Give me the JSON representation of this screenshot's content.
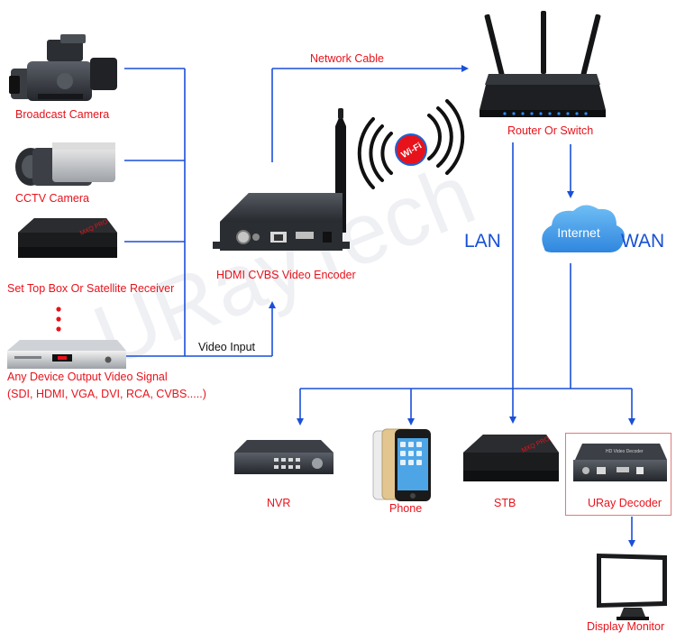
{
  "sources": {
    "broadcast_camera": "Broadcast Camera",
    "cctv_camera": "CCTV Camera",
    "set_top_box": "Set Top Box Or Satellite Receiver",
    "any_device": "Any Device Output Video Signal",
    "signal_types": "(SDI, HDMI, VGA, DVI, RCA, CVBS.....)"
  },
  "encoder": {
    "label": "HDMI CVBS Video Encoder"
  },
  "links": {
    "video_input": "Video Input",
    "network_cable": "Network Cable",
    "lan": "LAN",
    "wan": "WAN",
    "internet": "Internet",
    "wifi": "Wi-Fi"
  },
  "router": {
    "label": "Router Or Switch"
  },
  "outputs": {
    "nvr": "NVR",
    "phone": "Phone",
    "stb": "STB",
    "decoder": "URay Decoder",
    "monitor": "Display Monitor"
  },
  "device_marks": {
    "stb_brand": "MXQ PRO",
    "decoder_panel": "HD Video Decoder"
  },
  "watermark": "URayTech",
  "colors": {
    "wire": "#1a4fd8",
    "label_red": "#e8121b",
    "accent_blue": "#1750d6"
  }
}
